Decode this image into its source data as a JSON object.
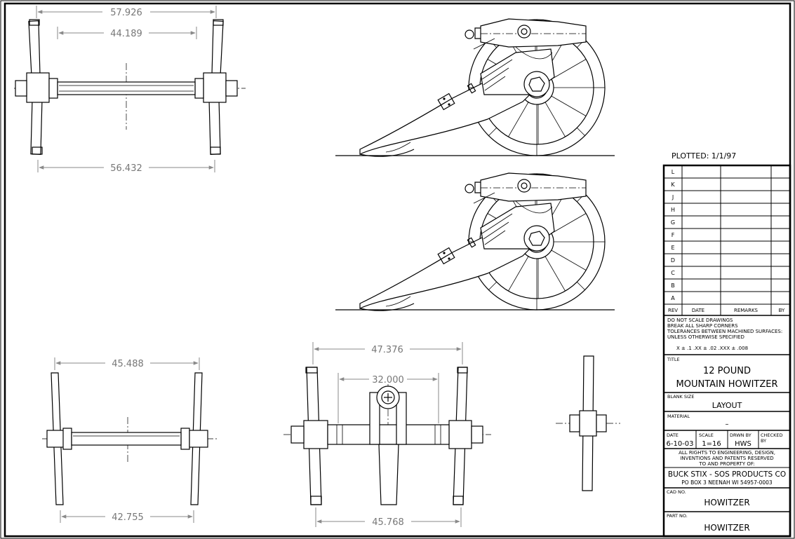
{
  "plotted": "PLOTTED: 1/1/97",
  "dimensions": {
    "top_outer": "57.926",
    "top_inner": "44.189",
    "top_bottom": "56.432",
    "bl_top": "45.488",
    "bl_bottom": "42.755",
    "front_top": "47.376",
    "front_mid": "32.000",
    "front_bottom": "45.768"
  },
  "title_block": {
    "revisions": [
      "L",
      "K",
      "J",
      "H",
      "G",
      "F",
      "E",
      "D",
      "C",
      "B",
      "A"
    ],
    "header": {
      "rev": "REV",
      "date": "DATE",
      "remarks": "REMARKS",
      "by": "BY"
    },
    "notes": [
      "DO NOT SCALE DRAWINGS",
      "BREAK ALL SHARP CORNERS",
      "TOLERANCES BETWEEN MACHINED SURFACES:",
      "UNLESS OTHERWISE SPECIFIED"
    ],
    "tolerances": "X ± .1     .XX ± .02     .XXX ± .008",
    "title_label": "TITLE",
    "title_line1": "12 POUND",
    "title_line2": "MOUNTAIN HOWITZER",
    "blank_size_label": "BLANK SIZE",
    "blank_size": "LAYOUT",
    "material_label": "MATERIAL",
    "material": "–",
    "date_label": "DATE",
    "date": "6-10-03",
    "scale_label": "SCALE",
    "scale": "1=16",
    "drwn_label": "DRWN BY",
    "drwn": "HWS",
    "checked_label1": "CHECKED",
    "checked_label2": "BY",
    "rights": [
      "ALL RIGHTS TO ENGINEERING, DESIGN,",
      "INVENTIONS AND PATENTS RESERVED",
      "TO AND PROPERTY OF:"
    ],
    "company": "BUCK STIX - SOS PRODUCTS CO",
    "address": "PO BOX 3 NEENAH WI 54957-0003",
    "cad_label": "CAD NO.",
    "cad": "HOWITZER",
    "part_label": "PART NO.",
    "part": "HOWITZER"
  }
}
